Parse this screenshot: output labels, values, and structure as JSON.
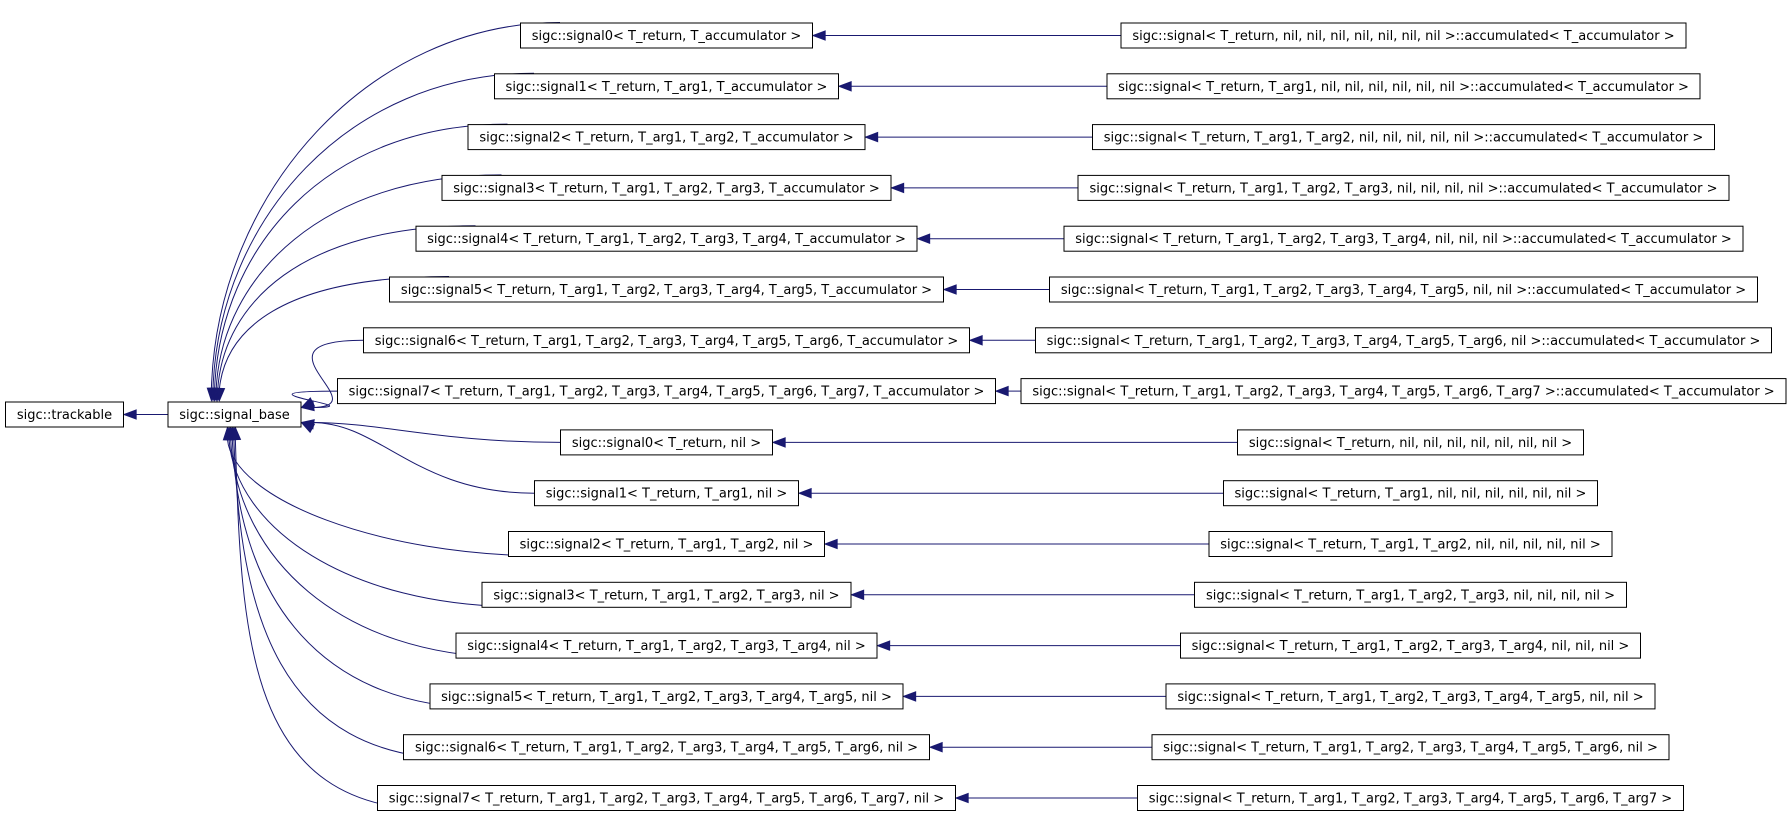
{
  "colors": {
    "edge": "#191970",
    "box_border": "#000000",
    "background": "#ffffff"
  },
  "nodes": {
    "trackable": "sigc::trackable",
    "signal_base": "sigc::signal_base",
    "acc": [
      "sigc::signal0< T_return, T_accumulator >",
      "sigc::signal1< T_return, T_arg1, T_accumulator >",
      "sigc::signal2< T_return, T_arg1, T_arg2, T_accumulator >",
      "sigc::signal3< T_return, T_arg1, T_arg2, T_arg3, T_accumulator >",
      "sigc::signal4< T_return, T_arg1, T_arg2, T_arg3, T_arg4, T_accumulator >",
      "sigc::signal5< T_return, T_arg1, T_arg2, T_arg3, T_arg4, T_arg5, T_accumulator >",
      "sigc::signal6< T_return, T_arg1, T_arg2, T_arg3, T_arg4, T_arg5, T_arg6, T_accumulator >",
      "sigc::signal7< T_return, T_arg1, T_arg2, T_arg3, T_arg4, T_arg5, T_arg6, T_arg7, T_accumulator >"
    ],
    "acc_derived": [
      "sigc::signal< T_return, nil, nil, nil, nil, nil, nil, nil >::accumulated< T_accumulator >",
      "sigc::signal< T_return, T_arg1, nil, nil, nil, nil, nil, nil >::accumulated< T_accumulator >",
      "sigc::signal< T_return, T_arg1, T_arg2, nil, nil, nil, nil, nil >::accumulated< T_accumulator >",
      "sigc::signal< T_return, T_arg1, T_arg2, T_arg3, nil, nil, nil, nil >::accumulated< T_accumulator >",
      "sigc::signal< T_return, T_arg1, T_arg2, T_arg3, T_arg4, nil, nil, nil >::accumulated< T_accumulator >",
      "sigc::signal< T_return, T_arg1, T_arg2, T_arg3, T_arg4, T_arg5, nil, nil >::accumulated< T_accumulator >",
      "sigc::signal< T_return, T_arg1, T_arg2, T_arg3, T_arg4, T_arg5, T_arg6, nil >::accumulated< T_accumulator >",
      "sigc::signal< T_return, T_arg1, T_arg2, T_arg3, T_arg4, T_arg5, T_arg6, T_arg7 >::accumulated< T_accumulator >"
    ],
    "nil": [
      "sigc::signal0< T_return, nil >",
      "sigc::signal1< T_return, T_arg1, nil >",
      "sigc::signal2< T_return, T_arg1, T_arg2, nil >",
      "sigc::signal3< T_return, T_arg1, T_arg2, T_arg3, nil >",
      "sigc::signal4< T_return, T_arg1, T_arg2, T_arg3, T_arg4, nil >",
      "sigc::signal5< T_return, T_arg1, T_arg2, T_arg3, T_arg4, T_arg5, nil >",
      "sigc::signal6< T_return, T_arg1, T_arg2, T_arg3, T_arg4, T_arg5, T_arg6, nil >",
      "sigc::signal7< T_return, T_arg1, T_arg2, T_arg3, T_arg4, T_arg5, T_arg6, T_arg7, nil >"
    ],
    "nil_derived": [
      "sigc::signal< T_return, nil, nil, nil, nil, nil, nil, nil >",
      "sigc::signal< T_return, T_arg1, nil, nil, nil, nil, nil, nil >",
      "sigc::signal< T_return, T_arg1, T_arg2, nil, nil, nil, nil, nil >",
      "sigc::signal< T_return, T_arg1, T_arg2, T_arg3, nil, nil, nil, nil >",
      "sigc::signal< T_return, T_arg1, T_arg2, T_arg3, T_arg4, nil, nil, nil >",
      "sigc::signal< T_return, T_arg1, T_arg2, T_arg3, T_arg4, T_arg5, nil, nil >",
      "sigc::signal< T_return, T_arg1, T_arg2, T_arg3, T_arg4, T_arg5, T_arg6, nil >",
      "sigc::signal< T_return, T_arg1, T_arg2, T_arg3, T_arg4, T_arg5, T_arg6, T_arg7 >"
    ]
  }
}
